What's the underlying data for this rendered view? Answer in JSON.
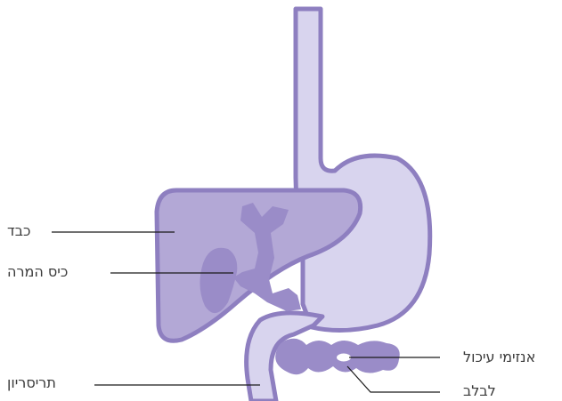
{
  "labels": {
    "liver": "כבד",
    "gallbladder": "כיס המרה",
    "duodenum": "תריסריון",
    "digestive_enzymes": "אנזימי עיכול",
    "pancreas": "לבלב"
  },
  "colors": {
    "outline": "#8e7fc0",
    "organ_fill": "#d8d4ee",
    "liver_fill": "#b3a8d6",
    "dark_fill": "#9a8cc8",
    "leader_line": "#1a1a1a",
    "text": "#3a3a3a"
  }
}
